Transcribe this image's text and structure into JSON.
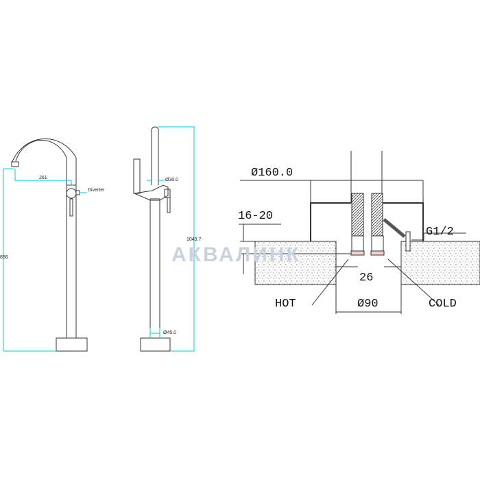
{
  "watermark": "АКВАЛИНК",
  "front_view": {
    "height_label": "856",
    "reach_label": "261",
    "diverter_label": "Diverter"
  },
  "side_view": {
    "height_label": "1049.7",
    "spout_diameter_label": "Ø30.0",
    "column_diameter_label": "Ø45.0"
  },
  "installation": {
    "flange_diameter_label": "Ø160.0",
    "floor_thickness_label": "16-20",
    "thread_label": "G1/2",
    "spacing_label": "26",
    "opening_diameter_label": "Ø90",
    "hot_label": "HOT",
    "cold_label": "COLD"
  },
  "colors": {
    "dimension": "#00c8d8",
    "line": "#333333"
  }
}
